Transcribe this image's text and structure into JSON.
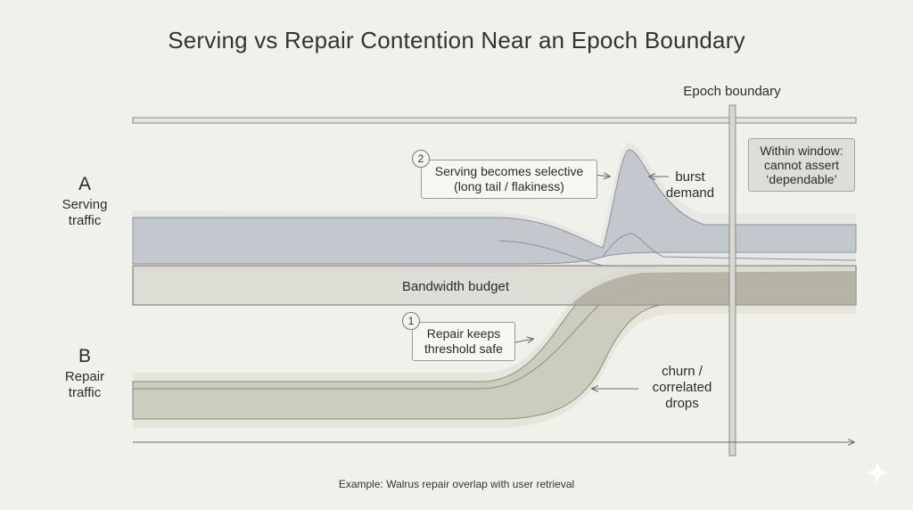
{
  "title": "Serving vs Repair Contention Near an Epoch Boundary",
  "epoch_boundary_label": "Epoch boundary",
  "lanes": {
    "serving": {
      "letter": "A",
      "label_line1": "Serving",
      "label_line2": "traffic"
    },
    "repair": {
      "letter": "B",
      "label_line1": "Repair",
      "label_line2": "traffic"
    }
  },
  "bandwidth_budget_label": "Bandwidth budget",
  "callouts": [
    {
      "number": "2",
      "line1": "Serving becomes selective",
      "line2": "(long tail / flakiness)"
    },
    {
      "number": "1",
      "line1": "Repair keeps",
      "line2": "threshold safe"
    }
  ],
  "annotations": {
    "burst_line1": "burst",
    "burst_line2": "demand",
    "churn_line1": "churn /",
    "churn_line2": "correlated",
    "churn_line3": "drops"
  },
  "window_note": {
    "line1": "Within window:",
    "line2": "cannot assert",
    "line3": "‘dependable’"
  },
  "footnote": "Example: Walrus repair overlap with user retrieval",
  "colors": {
    "background": "#f1f1ec",
    "serving_band": "#c3c8cf",
    "repair_band": "#cdcdbd",
    "budget_band": "#d8d8d0",
    "overlap": "#a9a89a",
    "outline": "#85857f"
  }
}
